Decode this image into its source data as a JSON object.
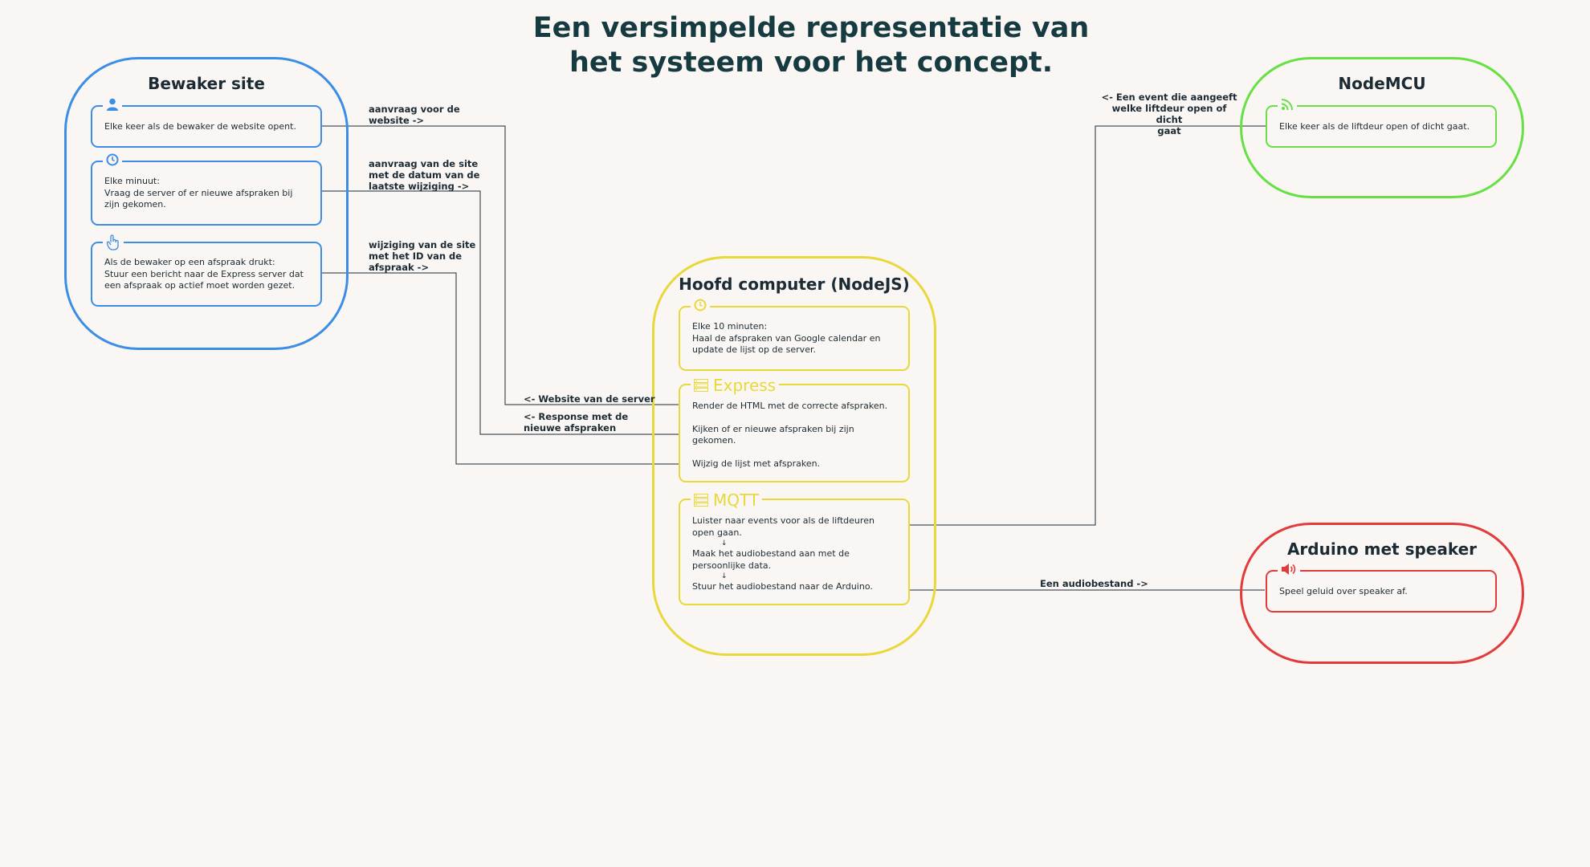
{
  "title": "Een versimpelde representatie van het systeem voor het concept.",
  "colors": {
    "blue": "#3a8ee6",
    "yellow": "#e8d83a",
    "green": "#66e044",
    "red": "#e23b3b",
    "background": "#f9f6f4",
    "text": "#1c2b33"
  },
  "bewaker": {
    "title": "Bewaker site",
    "card1": {
      "icon": "user-icon",
      "text": "Elke keer als de bewaker de website opent."
    },
    "card2": {
      "icon": "clock-icon",
      "text": "Elke minuut:\nVraag de server of er nieuwe afspraken bij\nzijn gekomen."
    },
    "card3": {
      "icon": "pointer-hand-icon",
      "text": "Als de bewaker op een afspraak drukt:\nStuur een bericht naar de Express server dat\neen afspraak op actief moet worden gezet."
    }
  },
  "hoofd": {
    "title": "Hoofd computer (NodeJS)",
    "card_timer": {
      "icon": "clock-icon",
      "text": "Elke 10 minuten:\nHaal de afspraken van Google calendar en\nupdate de lijst op de server."
    },
    "express": {
      "icon": "server-icon",
      "label": "Express",
      "line1": "Render de HTML met de correcte afspraken.",
      "line2": "Kijken of er nieuwe afspraken bij zijn\ngekomen.",
      "line3": "Wijzig de lijst met afspraken."
    },
    "mqtt": {
      "icon": "server-icon",
      "label": "MQTT",
      "line1": "Luister naar events voor als de liftdeuren\nopen gaan.",
      "line2": "Maak het audiobestand aan met de\npersoonlijke data.",
      "line3": "Stuur het audiobestand naar de Arduino.",
      "arrow": "↓"
    }
  },
  "nodemcu": {
    "title": "NodeMCU",
    "card": {
      "icon": "rss-icon",
      "text": "Elke keer als de liftdeur open of dicht gaat."
    }
  },
  "arduino": {
    "title": "Arduino met speaker",
    "card": {
      "icon": "speaker-icon",
      "text": "Speel geluid over speaker af."
    }
  },
  "labels": {
    "aanvraag_website": "aanvraag voor de\nwebsite ->",
    "aanvraag_datum": "aanvraag van de site\nmet de datum van de\nlaatste wijziging ->",
    "wijziging": "wijziging van de site\nmet het ID van de\nafspraak ->",
    "website_server": "<- Website van de server",
    "response": "<- Response met de\nnieuwe afspraken",
    "event": "<- Een event die aangeeft\nwelke liftdeur open of dicht\ngaat",
    "audiobestand": "Een audiobestand ->"
  }
}
